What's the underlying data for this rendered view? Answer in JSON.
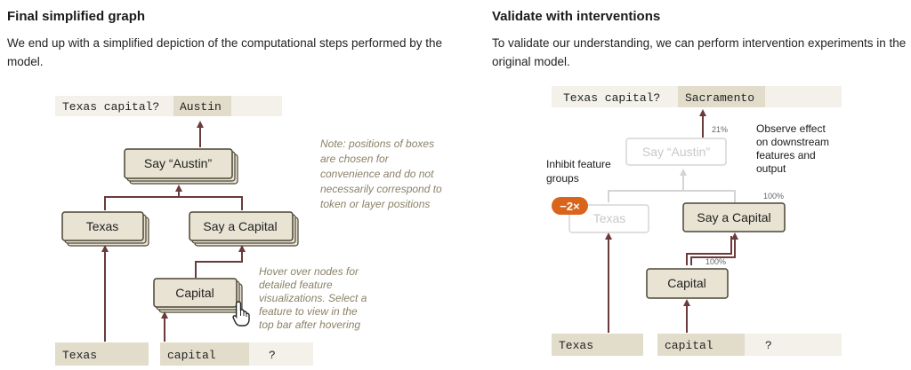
{
  "left_panel": {
    "title": "Final simplified graph",
    "description": "We end up with a simplified depiction of the computational steps performed by the model.",
    "output_prompt": "Texas capital?",
    "output_token": "Austin",
    "nodes": {
      "say_austin": "Say “Austin”",
      "texas": "Texas",
      "say_capital": "Say a Capital",
      "capital": "Capital"
    },
    "note_lines": [
      "Note: positions of boxes",
      "are chosen for",
      "convenience and do not",
      "necessarily correspond to",
      "token or layer positions"
    ],
    "hover_lines": [
      "Hover over nodes for",
      "detailed feature",
      "visualizations. Select a",
      "feature to view in the",
      "top bar after hovering"
    ],
    "input_tokens": [
      "Texas",
      "capital",
      "?"
    ]
  },
  "right_panel": {
    "title": "Validate with interventions",
    "description": "To validate our understanding, we can perform intervention experiments in the original model.",
    "output_prompt": "Texas capital?",
    "output_token": "Sacramento",
    "nodes": {
      "say_austin": "Say “Austin”",
      "texas": "Texas",
      "say_capital": "Say a Capital",
      "capital": "Capital"
    },
    "inhibit_lines": [
      "Inhibit feature",
      "groups"
    ],
    "inhibit_badge": "−2×",
    "observe_lines": [
      "Observe effect",
      "on downstream",
      "features and",
      "output"
    ],
    "percent_21": "21%",
    "percent_100_top": "100%",
    "percent_100_bottom": "100%",
    "input_tokens": [
      "Texas",
      "capital",
      "?"
    ]
  },
  "colors": {
    "node_fill": "#e8e3d3",
    "node_stroke": "#4a4535",
    "arrow": "#6b3a3a",
    "faded": "#cfcfcf",
    "badge": "#d9641c",
    "token_bar": "#ece9e0"
  }
}
